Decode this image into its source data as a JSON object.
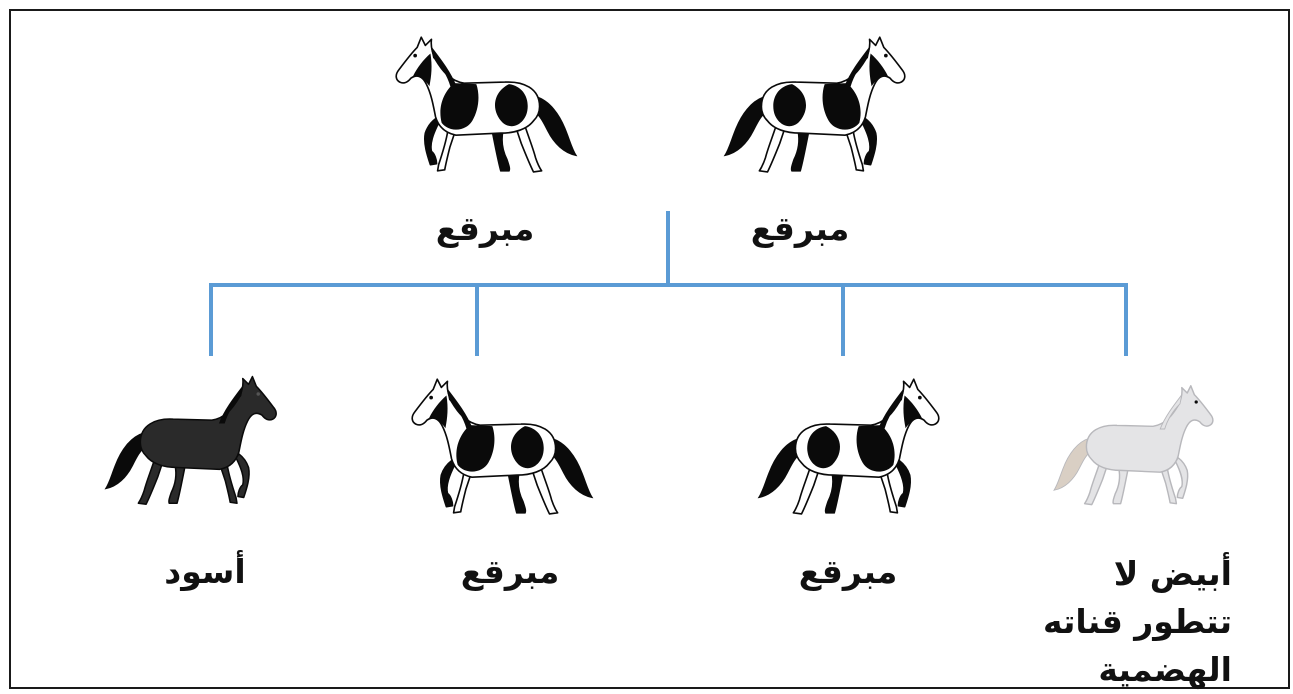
{
  "parents": [
    {
      "label": "مبرقع",
      "coat": "piebald",
      "facing": "left"
    },
    {
      "label": "مبرقع",
      "coat": "piebald",
      "facing": "right"
    }
  ],
  "offspring": [
    {
      "label": "أبيض لا تتطور قناته الهضمية",
      "coat": "white",
      "facing": "right"
    },
    {
      "label": "مبرقع",
      "coat": "piebald",
      "facing": "left"
    },
    {
      "label": "مبرقع",
      "coat": "piebald",
      "facing": "right"
    },
    {
      "label": "أسود",
      "coat": "black",
      "facing": "right"
    }
  ],
  "colors": {
    "connector": "#5b9bd5",
    "frame": "#1a1a1a",
    "text": "#111111",
    "piebald_dark": "#0a0a0a",
    "piebald_light": "#ffffff",
    "white_coat": "#e4e4e6",
    "black_coat": "#2a2a2a"
  },
  "icons": {
    "horse": "horse-icon"
  }
}
